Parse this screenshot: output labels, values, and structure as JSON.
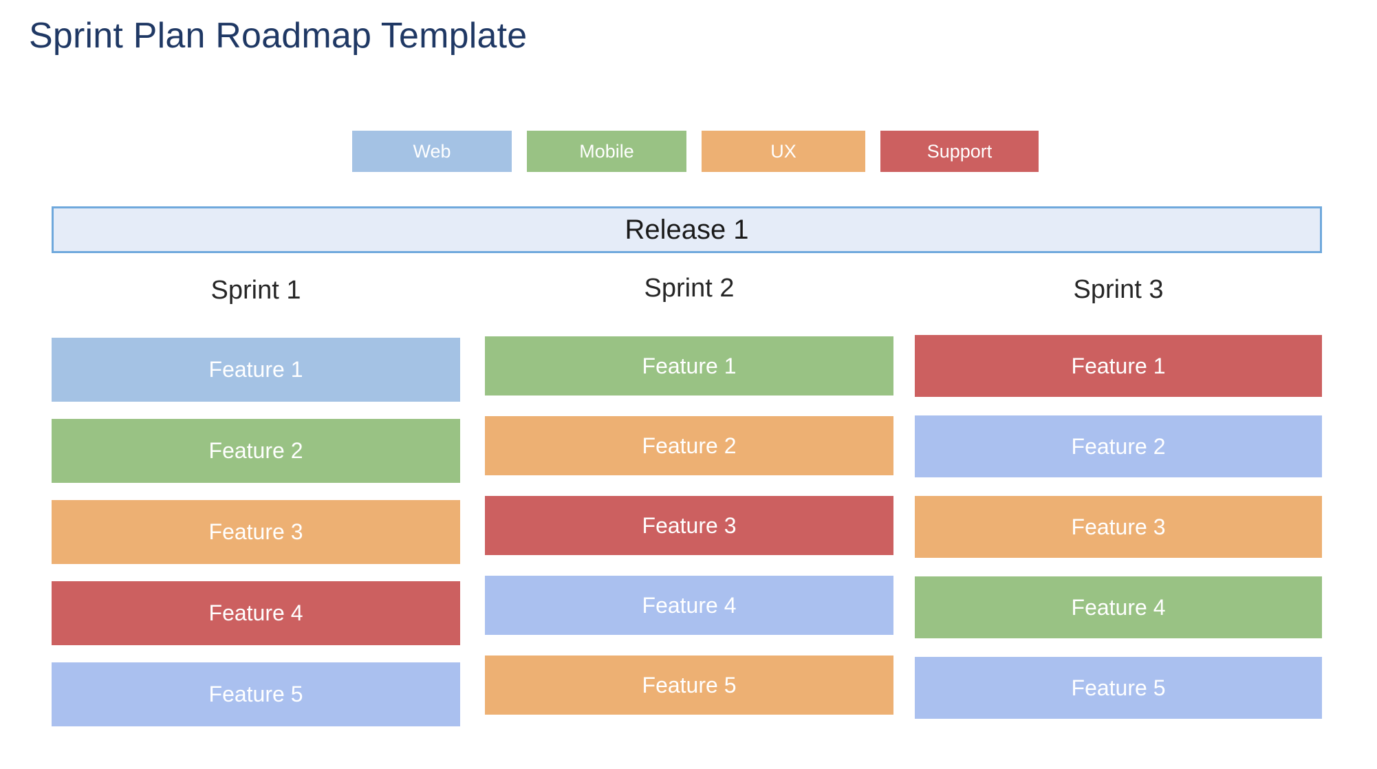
{
  "title": "Sprint Plan Roadmap Template",
  "colors": {
    "title_text": "#1f3864",
    "web": "#a4c2e4",
    "mobile": "#99c284",
    "ux": "#edb073",
    "support": "#cc6060",
    "periwinkle": "#aac0ef",
    "release_fill": "#e5ecf8",
    "release_border": "#6fa8dc",
    "bar_text": "#ffffff"
  },
  "legend": {
    "items": [
      {
        "label": "Web",
        "color": "#a4c2e4"
      },
      {
        "label": "Mobile",
        "color": "#99c284"
      },
      {
        "label": "UX",
        "color": "#edb073"
      },
      {
        "label": "Support",
        "color": "#cc6060"
      }
    ]
  },
  "release": {
    "label": "Release 1"
  },
  "sprints": [
    {
      "name": "Sprint 1",
      "features": [
        {
          "label": "Feature 1",
          "color": "#a4c2e4",
          "category": "Web"
        },
        {
          "label": "Feature 2",
          "color": "#99c284",
          "category": "Mobile"
        },
        {
          "label": "Feature 3",
          "color": "#edb073",
          "category": "UX"
        },
        {
          "label": "Feature 4",
          "color": "#cc6060",
          "category": "Support"
        },
        {
          "label": "Feature 5",
          "color": "#aac0ef",
          "category": "Web"
        }
      ]
    },
    {
      "name": "Sprint 2",
      "features": [
        {
          "label": "Feature 1",
          "color": "#99c284",
          "category": "Mobile"
        },
        {
          "label": "Feature 2",
          "color": "#edb073",
          "category": "UX"
        },
        {
          "label": "Feature 3",
          "color": "#cc6060",
          "category": "Support"
        },
        {
          "label": "Feature 4",
          "color": "#aac0ef",
          "category": "Web"
        },
        {
          "label": "Feature 5",
          "color": "#edb073",
          "category": "UX"
        }
      ]
    },
    {
      "name": "Sprint 3",
      "features": [
        {
          "label": "Feature 1",
          "color": "#cc6060",
          "category": "Support"
        },
        {
          "label": "Feature 2",
          "color": "#aac0ef",
          "category": "Web"
        },
        {
          "label": "Feature 3",
          "color": "#edb073",
          "category": "UX"
        },
        {
          "label": "Feature 4",
          "color": "#99c284",
          "category": "Mobile"
        },
        {
          "label": "Feature 5",
          "color": "#aac0ef",
          "category": "Web"
        }
      ]
    }
  ]
}
